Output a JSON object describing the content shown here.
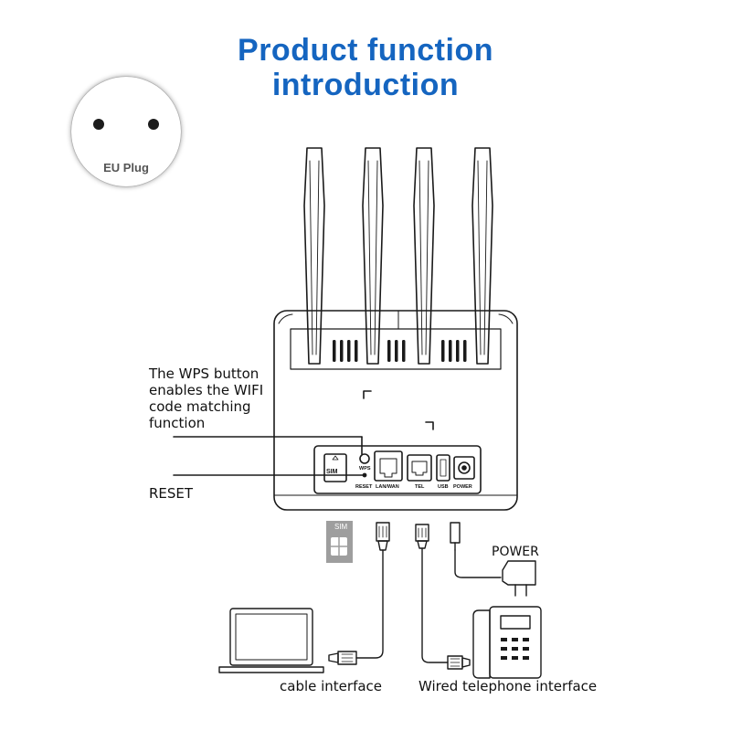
{
  "title": {
    "line1": "Product function",
    "line2": "introduction"
  },
  "plug": {
    "label": "EU Plug"
  },
  "labels": {
    "wps_description": "The WPS button enables the WIFI code matching function",
    "reset": "RESET",
    "power": "POWER",
    "cable_interface": "cable interface",
    "wired_telephone_interface": "Wired telephone interface"
  },
  "ports": {
    "sim": "SIM",
    "wps": "WPS",
    "reset": "RESET",
    "lan_wan": "LAN/WAN",
    "tel": "TEL",
    "usb": "USB",
    "power": "POWER"
  },
  "sim_card_label": "SIM",
  "colors": {
    "title": "#1565c0",
    "line": "#1a1a1a",
    "sim_card": "#9e9e9e"
  }
}
